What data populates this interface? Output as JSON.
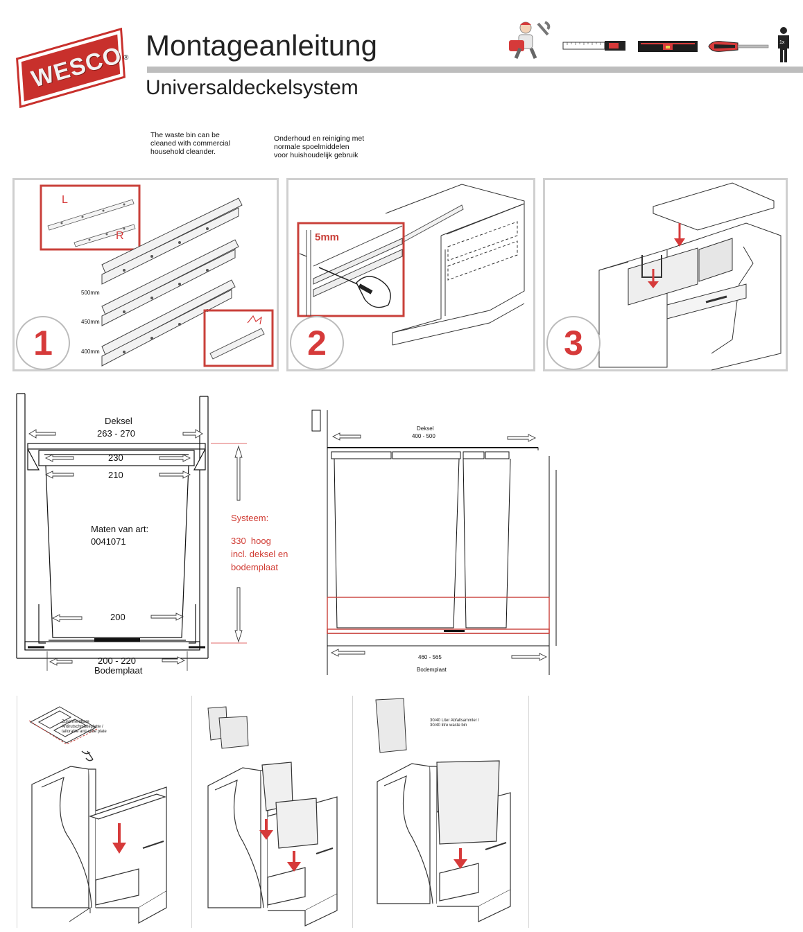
{
  "header": {
    "logo": {
      "text": "WESCO",
      "registered": "®"
    },
    "title": "Montageanleitung",
    "subtitle": "Universaldeckelsystem",
    "tools": [
      {
        "name": "worker-icon"
      },
      {
        "name": "tape-measure-icon"
      },
      {
        "name": "spirit-level-icon"
      },
      {
        "name": "screwdriver-icon"
      },
      {
        "name": "person-icon",
        "count": "1x"
      }
    ]
  },
  "notes": {
    "english": "The waste bin can be\ncleaned with commercial\nhousehold cleander.",
    "dutch": "Onderhoud en reiniging met\nnormale spoelmiddelen\nvoor huishoudelijk gebruik"
  },
  "steps": [
    {
      "number": "1",
      "labels": {
        "left": "L",
        "right": "R"
      },
      "sizes": [
        "500mm",
        "450mm",
        "400mm"
      ]
    },
    {
      "number": "2",
      "gap": "5mm"
    },
    {
      "number": "3"
    }
  ],
  "diagram_left": {
    "lid_label": "Deksel",
    "lid_range": "263 - 270",
    "top_width": "230",
    "upper_width": "210",
    "article_label": "Maten van art:",
    "article_number": "0041071",
    "bottom_inner": "200",
    "base_range": "200 - 220",
    "base_label": "Bodemplaat",
    "system_title": "Systeem:",
    "system_line1": "330  hoog",
    "system_line2": "incl. deksel en",
    "system_line3": "bodemplaat"
  },
  "diagram_right": {
    "lid_label": "Deksel",
    "lid_range": "400 - 500",
    "base_range": "460 - 565",
    "base_label": "Bodemplaat"
  },
  "bottom_panels": {
    "antislip_label": "Zuschneidbare\nAntirutschmatteplatte /\ntailorable anti-slide plate",
    "bin_label": "30/40 Liter Abfallsammler /\n30/40 litre waste bin"
  },
  "colors": {
    "accent_red": "#d63a3a",
    "logo_red": "#c8302c",
    "panel_border": "#cfcfcf"
  }
}
